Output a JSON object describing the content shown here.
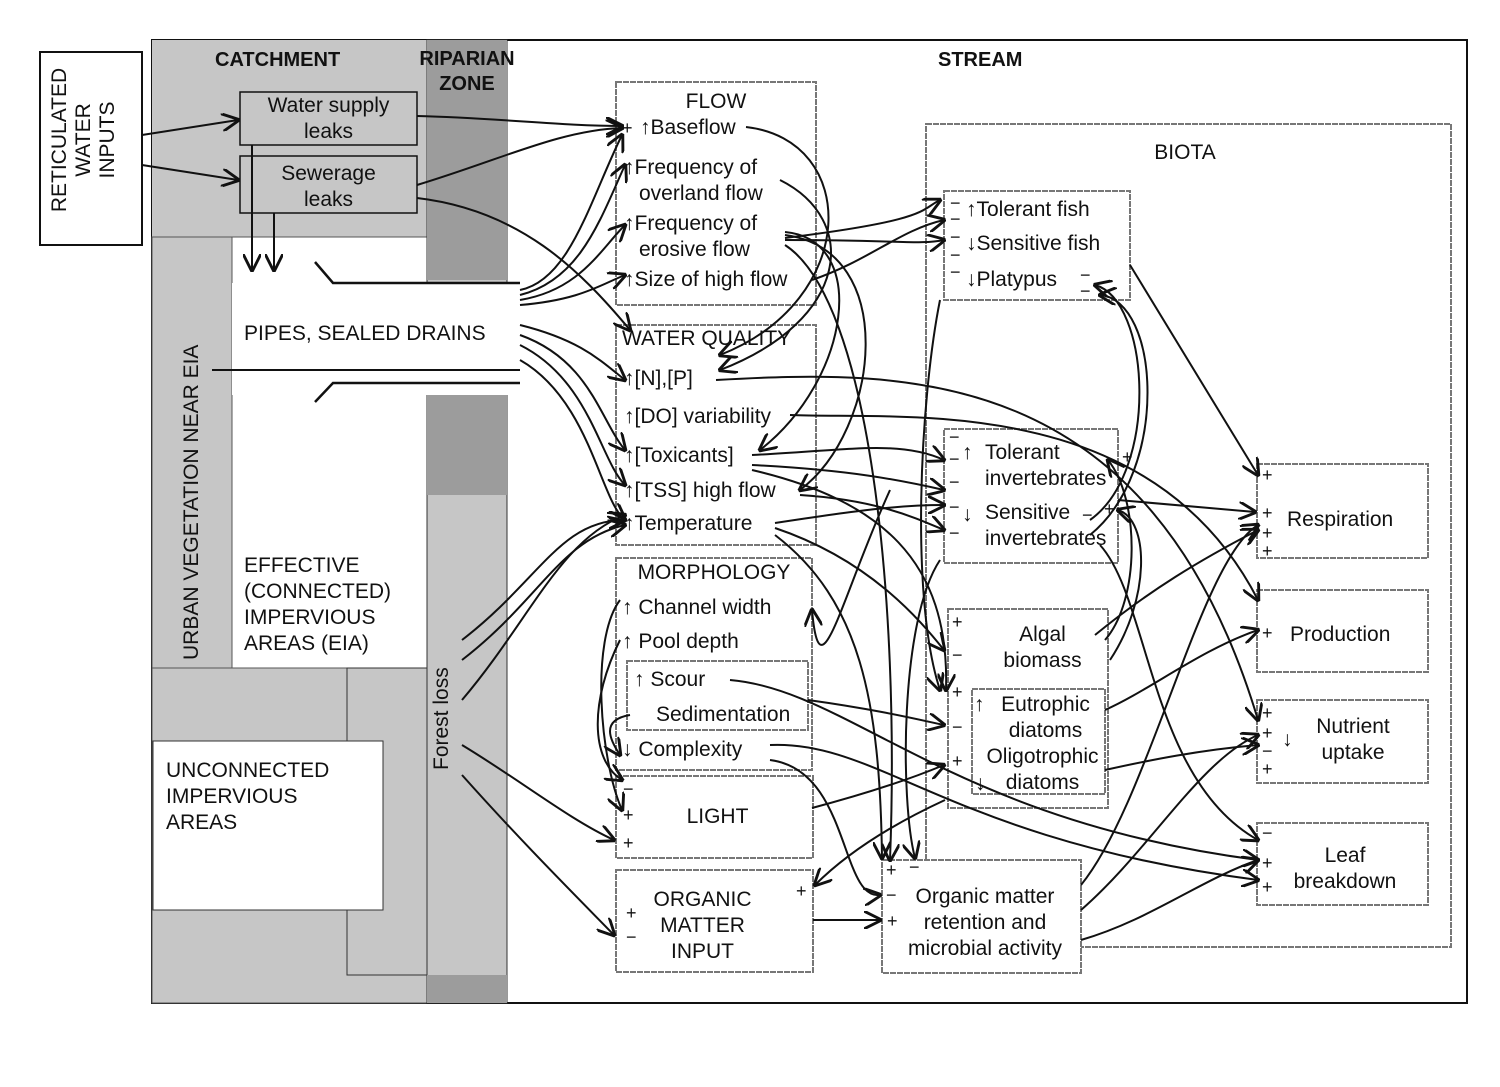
{
  "inputs": {
    "label_lines": [
      "RETICULATED",
      "WATER",
      "INPUTS"
    ]
  },
  "zones": {
    "catchment": "CATCHMENT",
    "riparian_lines": [
      "RIPARIAN",
      "ZONE"
    ],
    "stream": "STREAM",
    "biota": "BIOTA"
  },
  "catchment": {
    "water_supply_leaks": [
      "Water supply",
      "leaks"
    ],
    "sewerage_leaks": [
      "Sewerage",
      "leaks"
    ],
    "pipes": "PIPES, SEALED DRAINS",
    "urban_vegetation": "URBAN VEGETATION NEAR EIA",
    "eia": [
      "EFFECTIVE",
      "(CONNECTED)",
      "IMPERVIOUS",
      "AREAS (EIA)"
    ],
    "unconnected": [
      "UNCONNECTED",
      "IMPERVIOUS",
      "AREAS"
    ],
    "forest_loss": "Forest loss"
  },
  "flow": {
    "title": "FLOW",
    "items": [
      "↑Baseflow",
      "Frequency of",
      "overland flow",
      "Frequency of",
      "erosive flow",
      "Size of high flow"
    ],
    "signs": [
      "+",
      "−"
    ]
  },
  "water_quality": {
    "title": "WATER QUALITY",
    "items": [
      "↑[N],[P]",
      "↑[DO] variability",
      "↑[Toxicants]",
      "↑[TSS] high flow",
      "↑Temperature"
    ]
  },
  "morphology": {
    "title": "MORPHOLOGY",
    "items": [
      "↑ Channel width",
      "↑ Pool depth",
      "↑  Scour",
      "Sedimentation",
      "↓ Complexity"
    ]
  },
  "light": {
    "title": "LIGHT",
    "signs": [
      "−",
      "+",
      "+"
    ]
  },
  "organic_matter_input": {
    "title_lines": [
      "ORGANIC",
      "MATTER",
      "INPUT"
    ],
    "signs": [
      "+",
      "−",
      "+"
    ]
  },
  "fish": {
    "items": [
      "↑Tolerant fish",
      "↓Sensitive fish",
      "↓Platypus"
    ],
    "signs": [
      "−",
      "−",
      "−",
      "−",
      "−",
      "−",
      "−"
    ]
  },
  "invertebrates": {
    "items": [
      "↑",
      "Tolerant",
      "invertebrates",
      "↓",
      "Sensitive",
      "invertebrates"
    ],
    "signs": [
      "−",
      "−",
      "−",
      "−",
      "−",
      "+",
      "+",
      "−"
    ]
  },
  "algae": {
    "items": [
      "Algal",
      "biomass",
      "↑",
      "Eutrophic",
      "diatoms",
      "↓",
      "Oligotrophic",
      "diatoms"
    ],
    "signs": [
      "+",
      "−",
      "+",
      "−",
      "+"
    ]
  },
  "om_retention": {
    "lines": [
      "Organic matter",
      "retention and",
      "microbial activity"
    ],
    "signs": [
      "+",
      "−",
      "−",
      "+"
    ]
  },
  "respiration": {
    "label": "Respiration",
    "signs": [
      "+",
      "+",
      "+",
      "+"
    ]
  },
  "production": {
    "label": "Production",
    "signs": [
      "+"
    ]
  },
  "nutrient_uptake": {
    "lines": [
      "Nutrient",
      "uptake"
    ],
    "arrow": "↓",
    "signs": [
      "+",
      "+",
      "−",
      "+"
    ]
  },
  "leaf_breakdown": {
    "lines": [
      "Leaf",
      "breakdown"
    ],
    "signs": [
      "−",
      "+",
      "+"
    ]
  },
  "colors": {
    "catchment_gray": "#c6c6c6",
    "riparian_gray": "#9c9c9c",
    "line": "#111111",
    "box_border": "#777777"
  }
}
